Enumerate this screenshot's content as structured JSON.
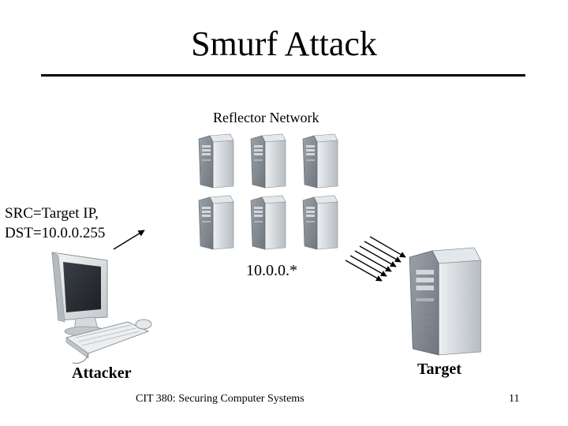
{
  "slide": {
    "title": "Smurf Attack",
    "footer_left": "CIT 380: Securing Computer Systems",
    "page_number": "11"
  },
  "diagram": {
    "reflector_label": "Reflector Network",
    "packet_label_line1": "SRC=Target IP,",
    "packet_label_line2": "DST=10.0.0.255",
    "subnet_label": "10.0.0.*",
    "attacker_label": "Attacker",
    "target_label": "Target",
    "icons": {
      "reflector": "server-tower-icon",
      "attacker": "desktop-computer-icon",
      "target": "server-tower-icon"
    },
    "colors": {
      "server_body": "#c9ced3",
      "arrow": "#000000"
    }
  }
}
